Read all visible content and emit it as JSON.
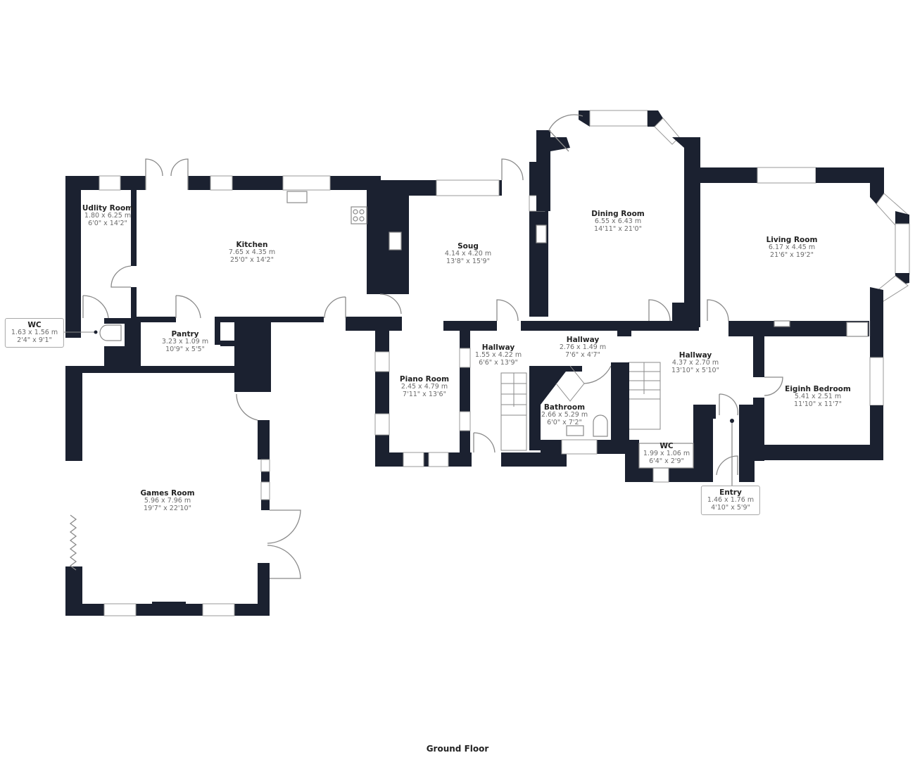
{
  "floor": {
    "title": "Ground Floor"
  },
  "colors": {
    "wall": "#1b2130",
    "label": "#222222",
    "dimension": "#6b6b6b",
    "background": "#ffffff"
  },
  "rooms": {
    "utility": {
      "name": "Udlity Room",
      "metric": "1.80 x 6.25 m",
      "imperial": "6'0\" x 14'2\""
    },
    "kitchen": {
      "name": "Kitchen",
      "metric": "7.65 x 4.35 m",
      "imperial": "25'0\" x 14'2\""
    },
    "wc_left": {
      "name": "WC",
      "metric": "1.63 x 1.56 m",
      "imperial": "2'4\" x 9'1\""
    },
    "pantry": {
      "name": "Pantry",
      "metric": "3.23 x 1.09 m",
      "imperial": "10'9\" x 5'5\""
    },
    "snug": {
      "name": "Soug",
      "metric": "4.14 x 4.20 m",
      "imperial": "13'8\" x 15'9\""
    },
    "dining": {
      "name": "Dining Room",
      "metric": "6.55 x 6.43 m",
      "imperial": "14'11\" x 21'0\""
    },
    "living": {
      "name": "Living Room",
      "metric": "6.17 x 4.45 m",
      "imperial": "21'6\" x 19'2\""
    },
    "piano": {
      "name": "Piano Room",
      "metric": "2.45 x 4.79 m",
      "imperial": "7'11\" x 13'6\""
    },
    "hallway_a": {
      "name": "Hallway",
      "metric": "1.55 x 4.22 m",
      "imperial": "6'6\" x 13'9\""
    },
    "hallway_b": {
      "name": "Hallway",
      "metric": "2.76 x 1.49 m",
      "imperial": "7'6\" x 4'7\""
    },
    "hallway_c": {
      "name": "Hallway",
      "metric": "4.37 x 2.70 m",
      "imperial": "13'10\" x 5'10\""
    },
    "bathroom": {
      "name": "Bathroom",
      "metric": "2.66 x 5.29 m",
      "imperial": "6'0\" x 7'2\""
    },
    "wc_right": {
      "name": "WC",
      "metric": "1.99 x 1.06 m",
      "imperial": "6'4\" x 2'9\""
    },
    "bedroom": {
      "name": "Eiginh Bedroom",
      "metric": "5.41 x 2.51 m",
      "imperial": "11'10\" x 11'7\""
    },
    "entry": {
      "name": "Entry",
      "metric": "1.46 x 1.76 m",
      "imperial": "4'10\" x 5'9\""
    },
    "games": {
      "name": "Games Room",
      "metric": "5.96 x 7.96 m",
      "imperial": "19'7\" x 22'10\""
    }
  }
}
